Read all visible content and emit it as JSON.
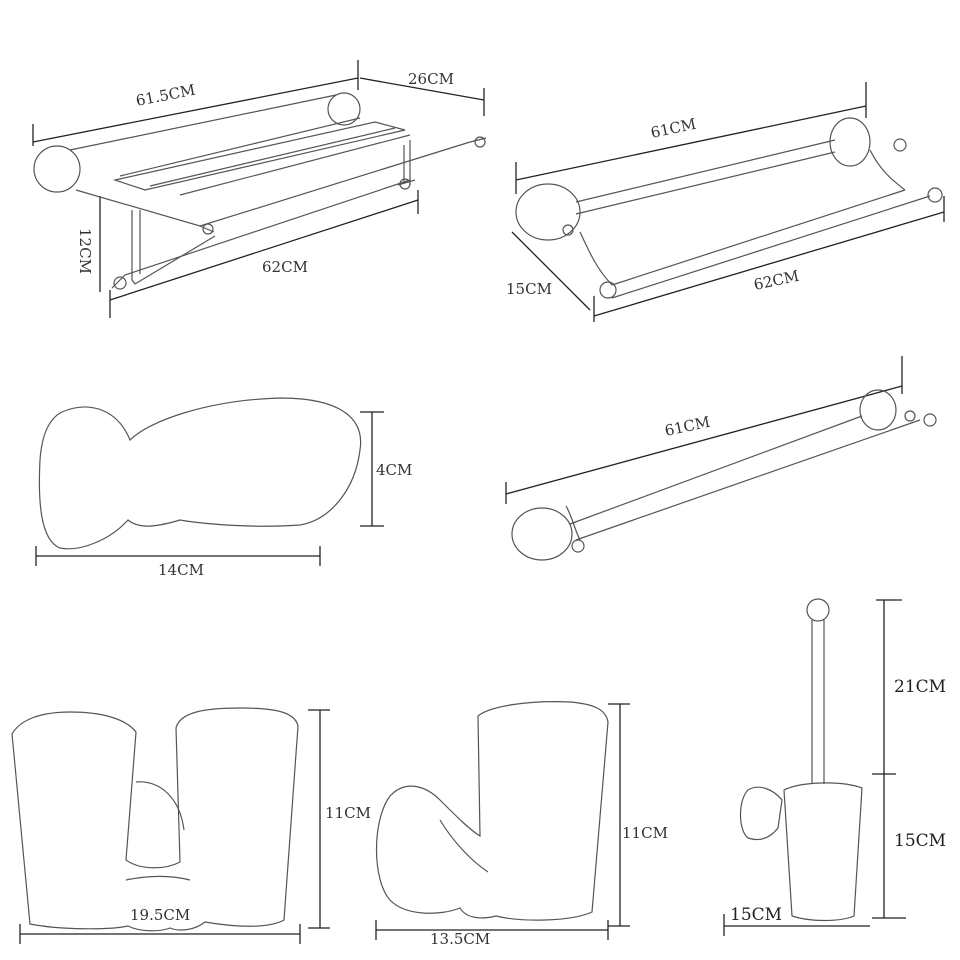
{
  "dimensions": {
    "towel_shelf": {
      "top_length": "61.5CM",
      "depth": "26CM",
      "height": "12CM",
      "bottom_length": "62CM"
    },
    "double_towel_bar": {
      "top_length": "61CM",
      "depth": "15CM",
      "bottom_length": "62CM"
    },
    "soap_dish": {
      "height": "4CM",
      "width": "14CM"
    },
    "single_towel_bar": {
      "length": "61CM"
    },
    "double_tumbler_holder": {
      "height": "11CM",
      "width": "19.5CM"
    },
    "single_tumbler_holder": {
      "height": "11CM",
      "width": "13.5CM"
    },
    "toilet_brush_holder": {
      "handle_height": "21CM",
      "body_height": "15CM",
      "width": "15CM"
    }
  }
}
